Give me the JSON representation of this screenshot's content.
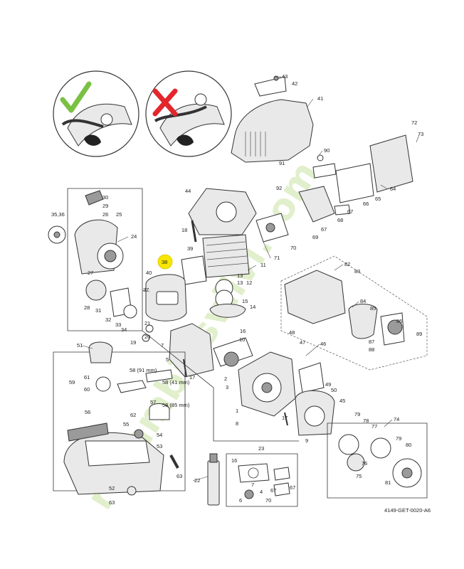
{
  "diagram_code": "4149-GET-0020-A6",
  "watermark_text": "recambiosvilvi.com",
  "highlight_color": "#f6e600",
  "check_color": "#7ac143",
  "cross_color": "#e3262b",
  "watermark_colors": [
    "#c9e3a4",
    "#ead8c4"
  ],
  "part_labels": {
    "l1": "1",
    "l2": "2",
    "l3": "3",
    "l4": "4",
    "l5": "5",
    "l6": "6",
    "l7": "7",
    "l8": "8",
    "l9": "9",
    "l10": "10",
    "l11": "11",
    "l12": "12",
    "l13": "13",
    "l14": "14",
    "l15": "15",
    "l16": "16",
    "l17": "17",
    "l18": "18",
    "l19": "19",
    "l20": "20",
    "l21": "21",
    "l22": "22",
    "l23": "23",
    "l24": "24",
    "l25": "25",
    "l26": "26",
    "l27": "27",
    "l28": "28",
    "l29": "29",
    "l30": "30",
    "l31": "31",
    "l32": "32",
    "l33": "33",
    "l34": "34",
    "l35_36": "35,36",
    "l37": "37",
    "l38": "38",
    "l39": "39",
    "l40": "40",
    "l41": "41",
    "l42": "42",
    "l43": "43",
    "l44": "44",
    "l45": "45",
    "l46": "46",
    "l47": "47",
    "l48": "48",
    "l49": "49",
    "l50": "50",
    "l51": "51",
    "l52": "52",
    "l53": "53",
    "l54": "54",
    "l55": "55",
    "l56": "56",
    "l57": "57",
    "l58_91": "58 (91 mm)",
    "l58_41": "58 (41 mm)",
    "l58_85": "58 (85 mm)",
    "l59": "59",
    "l60": "60",
    "l61": "61",
    "l62": "62",
    "l63": "63",
    "l64": "64",
    "l65": "65",
    "l66": "66",
    "l67": "67",
    "l68": "68",
    "l69": "69",
    "l70": "70",
    "l71": "71",
    "l72": "72",
    "l73": "73",
    "l74": "74",
    "l75": "75",
    "l76": "76",
    "l77": "77",
    "l78": "78",
    "l79": "79",
    "l80": "80",
    "l81": "81",
    "l82": "82",
    "l83": "83",
    "l84": "84",
    "l85": "85",
    "l86": "86",
    "l87": "87",
    "l88": "88",
    "l89": "89",
    "l90": "90",
    "l91": "91",
    "l92": "92"
  }
}
